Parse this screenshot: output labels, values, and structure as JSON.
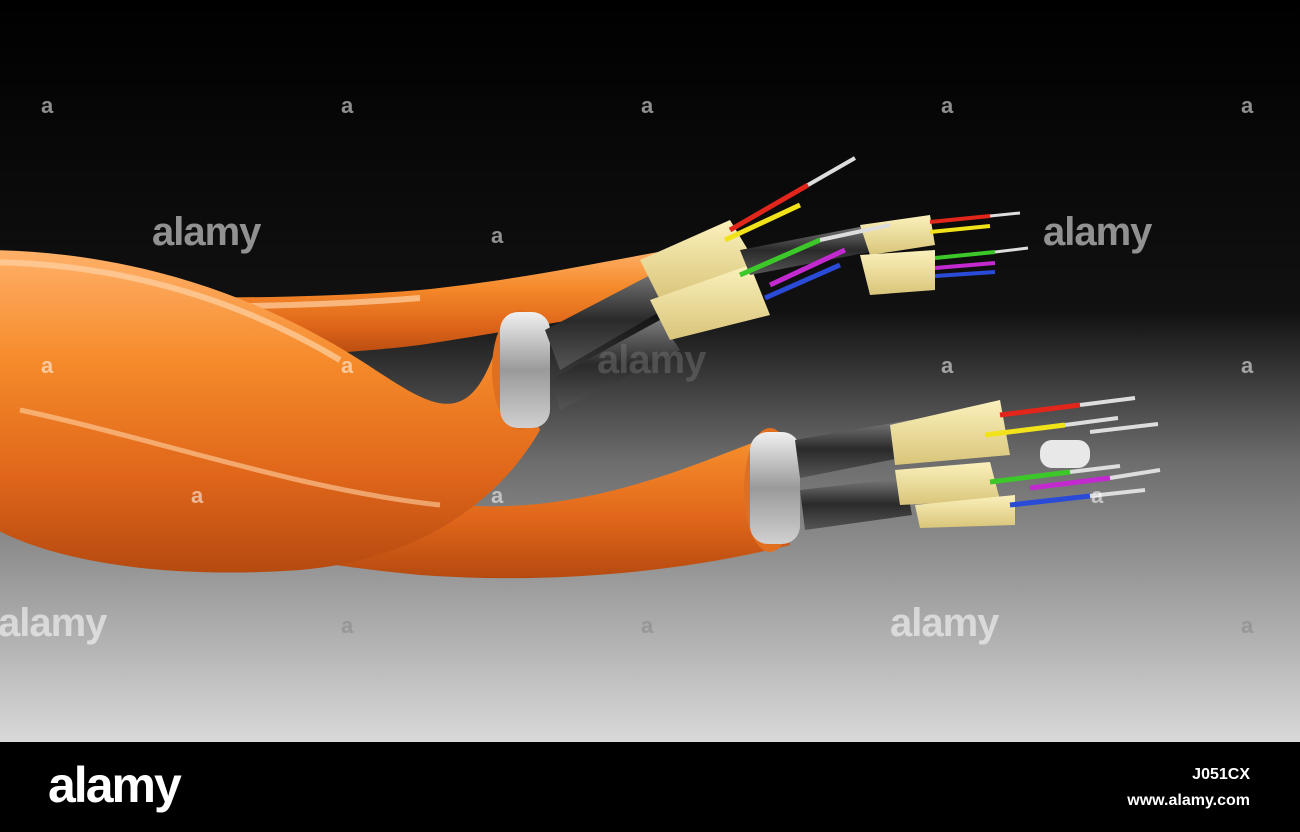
{
  "watermark": {
    "word": "alamy",
    "mark": "a"
  },
  "footer": {
    "logo": "alamy",
    "image_id": "J051CX",
    "url": "www.alamy.com"
  },
  "colors": {
    "cable_jacket": "#f07a1e",
    "aramid_yarn": "#efe2a0",
    "steel_sheath": "#c8c8c8",
    "fiber_red": "#e2261b",
    "fiber_yellow": "#f2e21a",
    "fiber_green": "#3dc82a",
    "fiber_magenta": "#c22ad0",
    "fiber_blue": "#2a4ad8"
  }
}
